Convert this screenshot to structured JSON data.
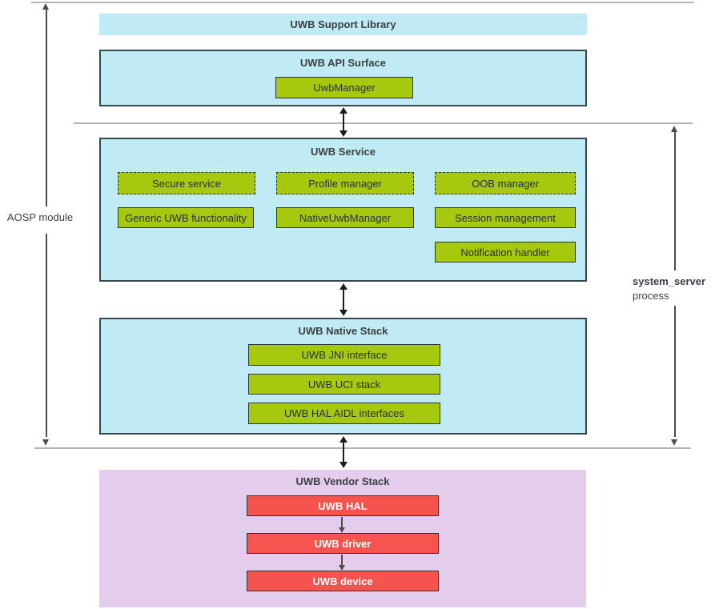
{
  "side_labels": {
    "aosp_module": "AOSP module",
    "system_server": "system_server",
    "process": "process"
  },
  "support_library": {
    "title": "UWB Support Library"
  },
  "api_surface": {
    "title": "UWB API Surface",
    "items": [
      "UwbManager"
    ]
  },
  "service": {
    "title": "UWB Service",
    "dashed_items": [
      "Secure service",
      "Profile manager",
      "OOB manager"
    ],
    "solid_items": [
      "Generic UWB functionality",
      "NativeUwbManager",
      "Session management",
      "Notification handler"
    ]
  },
  "native_stack": {
    "title": "UWB Native Stack",
    "items": [
      "UWB JNI interface",
      "UWB UCI stack",
      "UWB HAL AIDL interfaces"
    ]
  },
  "vendor_stack": {
    "title": "UWB Vendor Stack",
    "items": [
      "UWB HAL",
      "UWB driver",
      "UWB device"
    ]
  },
  "colors": {
    "light_blue": "#c0eaf4",
    "green": "#a6c80e",
    "red": "#f4534e",
    "purple": "#e4cdec",
    "line_gray": "#b4b4b4",
    "arrow_dark": "#1c1c1c",
    "arrow_gray": "#4d4d4d",
    "text": "#3c4043"
  }
}
